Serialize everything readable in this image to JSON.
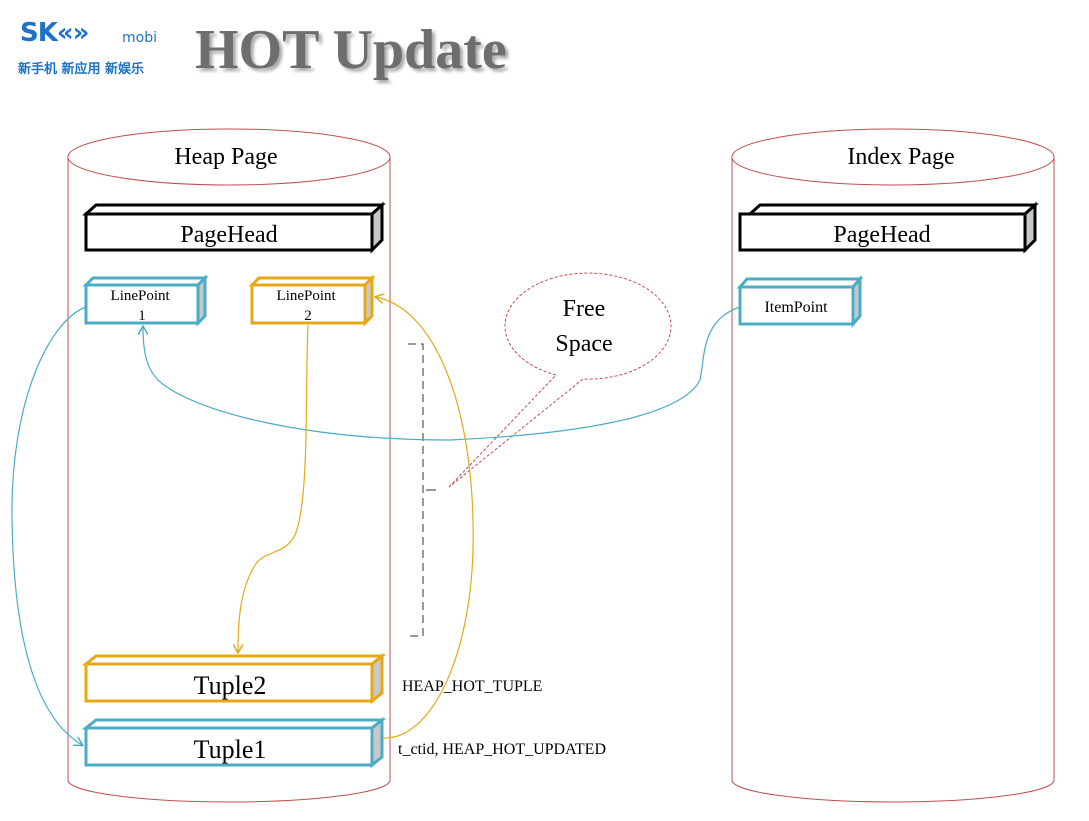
{
  "header": {
    "logo_text": "SK",
    "logo_sub": "mobi",
    "logo_slogan": "新手机 新应用 新娱乐",
    "title": "HOT Update"
  },
  "heap_page": {
    "label": "Heap Page",
    "page_head": "PageHead",
    "line_point_1": "LinePoint 1",
    "line_point_2": "LinePoint 2",
    "tuple2": "Tuple2",
    "tuple1": "Tuple1",
    "tuple2_note": "HEAP_HOT_TUPLE",
    "tuple1_note": "t_ctid, HEAP_HOT_UPDATED"
  },
  "index_page": {
    "label": "Index Page",
    "page_head": "PageHead",
    "item_point": "ItemPoint"
  },
  "free_space": {
    "line1": "Free",
    "line2": "Space"
  },
  "colors": {
    "cylinder_stroke": "#c0504d",
    "blue": "#4bacc6",
    "orange": "#e6a817",
    "black": "#000000",
    "title": "#6e6e6e",
    "brand": "#1e73c8"
  }
}
